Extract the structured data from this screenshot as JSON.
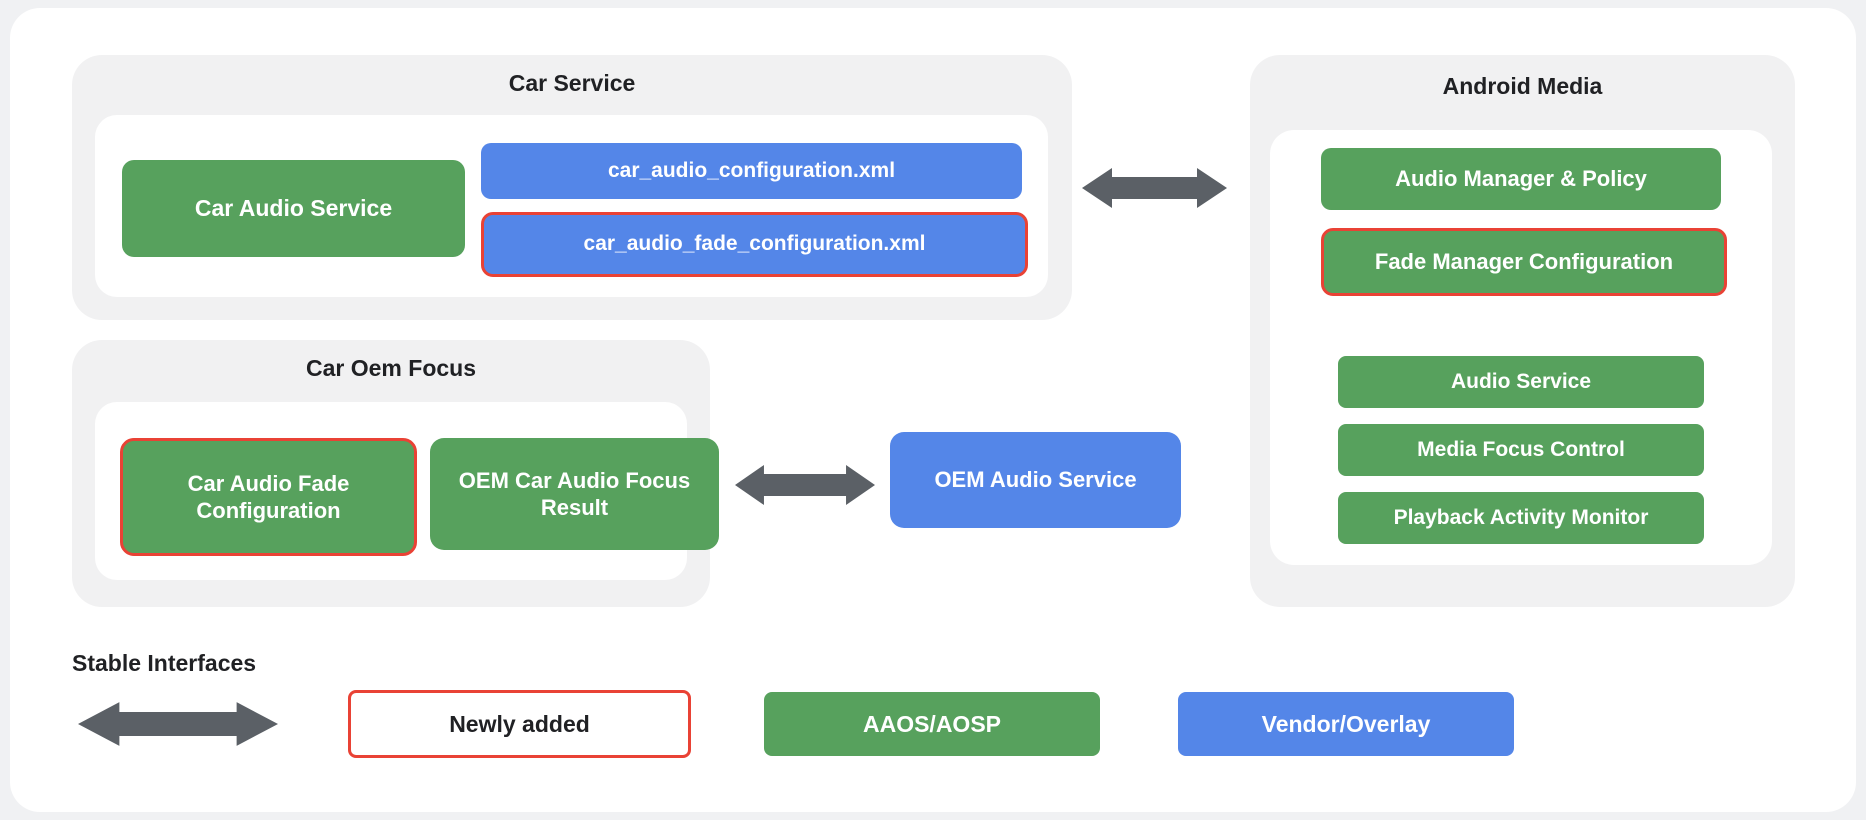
{
  "colors": {
    "canvas_background": "#f0f1f3",
    "card_background": "#ffffff",
    "group_background": "#f1f1f2",
    "aaos_green": "#57a15d",
    "vendor_blue": "#5486e8",
    "newly_added_red": "#e94235",
    "arrow_gray": "#5b6066",
    "title_text": "#202124"
  },
  "groups": {
    "car_service": {
      "title": "Car Service",
      "car_audio_service": "Car Audio Service",
      "config_xml": "car_audio_configuration.xml",
      "fade_config_xml": "car_audio_fade_configuration.xml"
    },
    "android_media": {
      "title": "Android Media",
      "items": [
        "Audio Manager & Policy",
        "Fade Manager Configuration",
        "Audio Service",
        "Media Focus Control",
        "Playback Activity Monitor"
      ]
    },
    "car_oem_focus": {
      "title": "Car Oem Focus",
      "fade_configuration": "Car Audio Fade Configuration",
      "focus_result": "OEM Car Audio Focus Result"
    },
    "oem_audio_service": "OEM Audio Service"
  },
  "legend": {
    "stable_interfaces": "Stable Interfaces",
    "newly_added": "Newly added",
    "aaos_aosp": "AAOS/AOSP",
    "vendor_overlay": "Vendor/Overlay"
  },
  "icons": {
    "double_arrow": "double-headed-arrow"
  }
}
